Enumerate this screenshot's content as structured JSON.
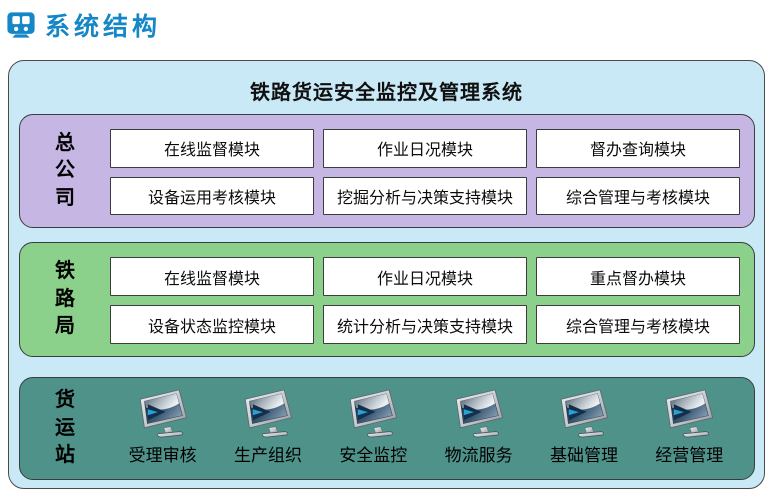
{
  "header": {
    "title": "系统结构",
    "icon": "train-icon"
  },
  "diagram": {
    "title": "铁路货运安全监控及管理系统",
    "company": {
      "label": "总公司",
      "modules": [
        "在线监督模块",
        "作业日况模块",
        "督办查询模块",
        "设备运用考核模块",
        "挖掘分析与决策支持模块",
        "综合管理与考核模块"
      ]
    },
    "bureau": {
      "label": "铁路局",
      "modules": [
        "在线监督模块",
        "作业日况模块",
        "重点督办模块",
        "设备状态监控模块",
        "统计分析与决策支持模块",
        "综合管理与考核模块"
      ]
    },
    "station": {
      "label": "货运站",
      "terminal_icon": "monitor-icon",
      "terminals": [
        "受理审核",
        "生产组织",
        "安全监控",
        "物流服务",
        "基础管理",
        "经营管理"
      ]
    },
    "colors": {
      "header_blue": "#1587c7",
      "panel_bg": "#c9e9f7",
      "company_bg": "#c5b6e3",
      "bureau_bg": "#8bd08b",
      "station_bg": "#4f928a",
      "box_bg": "#ffffff",
      "border_dark": "#3c3c3c"
    }
  }
}
